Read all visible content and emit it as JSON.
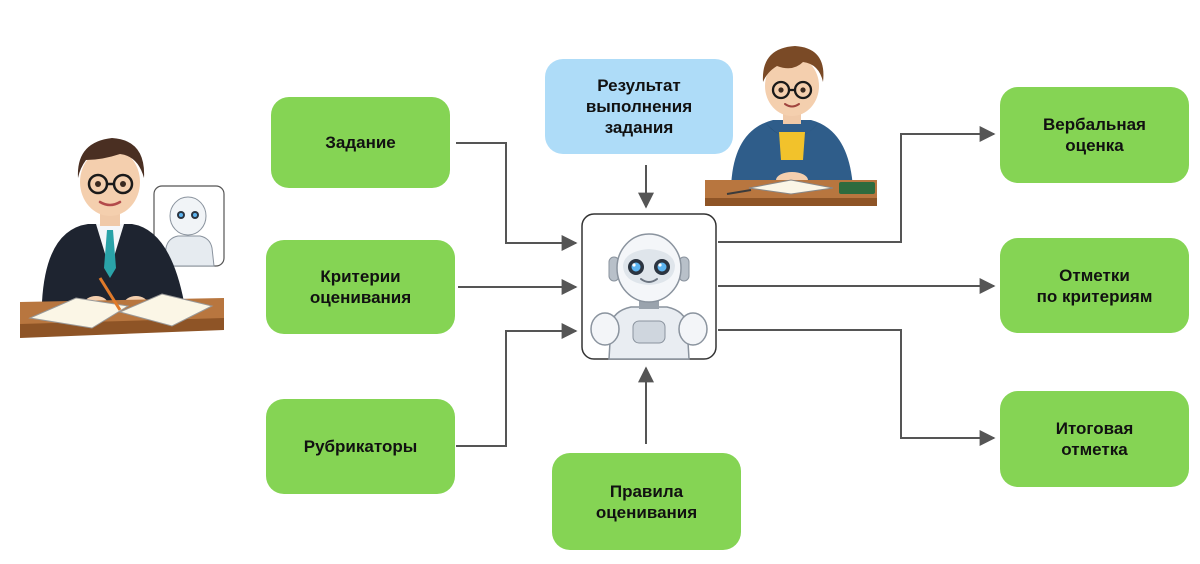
{
  "colors": {
    "input_box": "#85d454",
    "result_box": "#aedcf8",
    "arrow": "#555555"
  },
  "inputs": {
    "task": "Задание",
    "criteria": "Критерии\nоценивания",
    "rubrics": "Рубрикаторы",
    "result": "Результат\nвыполнения\nзадания",
    "rules": "Правила\nоценивания"
  },
  "outputs": {
    "verbal": "Вербальная\nоценка",
    "criteria_marks": "Отметки\nпо критериям",
    "final": "Итоговая\nотметка"
  },
  "illustrations": [
    "teacher-with-robot",
    "student-at-desk",
    "robot-ai"
  ]
}
